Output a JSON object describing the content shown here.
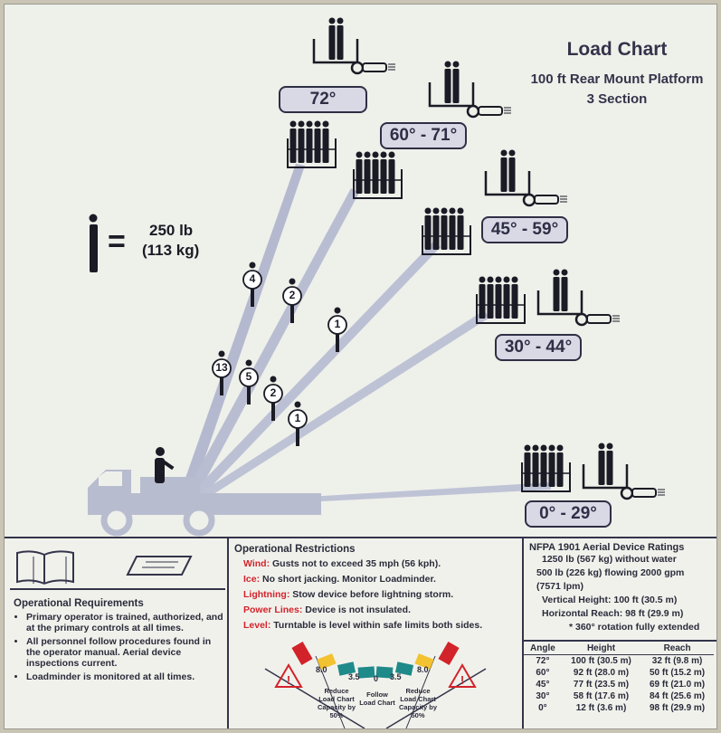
{
  "title": {
    "line1": "Load Chart",
    "line2": "100 ft Rear Mount Platform",
    "line3": "3 Section"
  },
  "legend": {
    "equals": "=",
    "weight_lb": "250 lb",
    "weight_kg": "(113 kg)"
  },
  "angles": [
    {
      "label": "72°",
      "boom_count": "4",
      "platform_people": 2,
      "stack_people": 5
    },
    {
      "label": "60° - 71°",
      "boom_count": "2",
      "platform_people": 2,
      "stack_people": 5
    },
    {
      "label": "45° - 59°",
      "boom_count": "1",
      "platform_people": 2,
      "stack_people": 5
    },
    {
      "label": "30° - 44°",
      "boom_count": "",
      "platform_people": 2,
      "stack_people": 5
    },
    {
      "label": "0° - 29°",
      "boom_count": "",
      "platform_people": 2,
      "stack_people": 5
    }
  ],
  "lower_markers": [
    "13",
    "5",
    "2",
    "1"
  ],
  "requirements": {
    "heading": "Operational Requirements",
    "items": [
      "Primary operator is trained, authorized, and at the primary controls at all times.",
      "All personnel follow procedures found in the operator manual. Aerial device inspections current.",
      "Loadminder is monitored at all times."
    ]
  },
  "restrictions": {
    "heading": "Operational Restrictions",
    "rows": [
      {
        "label": "Wind:",
        "text": "Gusts not to exceed 35 mph (56 kph)."
      },
      {
        "label": "Ice:",
        "text": "No short jacking. Monitor Loadminder."
      },
      {
        "label": "Lightning:",
        "text": "Stow device before lightning storm."
      },
      {
        "label": "Power Lines:",
        "text": "Device is not insulated."
      },
      {
        "label": "Level:",
        "text": "Turntable is level within safe limits both sides."
      }
    ]
  },
  "level_gauge": {
    "ticks": [
      "8.0",
      "3.5",
      "0",
      "3.5",
      "8.0"
    ],
    "notes": {
      "left": "Reduce Load Chart Capacity by 50%",
      "center": "Follow Load Chart",
      "right": "Reduce Load Chart Capacity by 50%"
    },
    "colors": {
      "red": "#d2232a",
      "yellow": "#f2c230",
      "teal": "#1f8a8a"
    }
  },
  "ratings": {
    "heading": "NFPA 1901 Aerial Device Ratings",
    "lines": [
      "1250 lb (567 kg) without water",
      "500 lb (226 kg) flowing 2000 gpm",
      "(7571 lpm)",
      "Vertical Height: 100 ft (30.5 m)",
      "Horizontal Reach: 98 ft (29.9 m)",
      "* 360° rotation fully extended"
    ]
  },
  "angle_table": {
    "headers": [
      "Angle",
      "Height",
      "Reach"
    ],
    "rows": [
      [
        "72°",
        "100 ft (30.5 m)",
        "32 ft (9.8 m)"
      ],
      [
        "60°",
        "92 ft (28.0 m)",
        "50 ft (15.2 m)"
      ],
      [
        "45°",
        "77 ft (23.5 m)",
        "69 ft (21.0 m)"
      ],
      [
        "30°",
        "58 ft (17.6 m)",
        "84 ft (25.6 m)"
      ],
      [
        "0°",
        "12 ft (3.6 m)",
        "98 ft (29.9 m)"
      ]
    ]
  },
  "colors": {
    "ink": "#33344a",
    "boom": "#b4b9cf",
    "badge_fill": "#d9d9e6",
    "truck": "#b8bccf"
  }
}
